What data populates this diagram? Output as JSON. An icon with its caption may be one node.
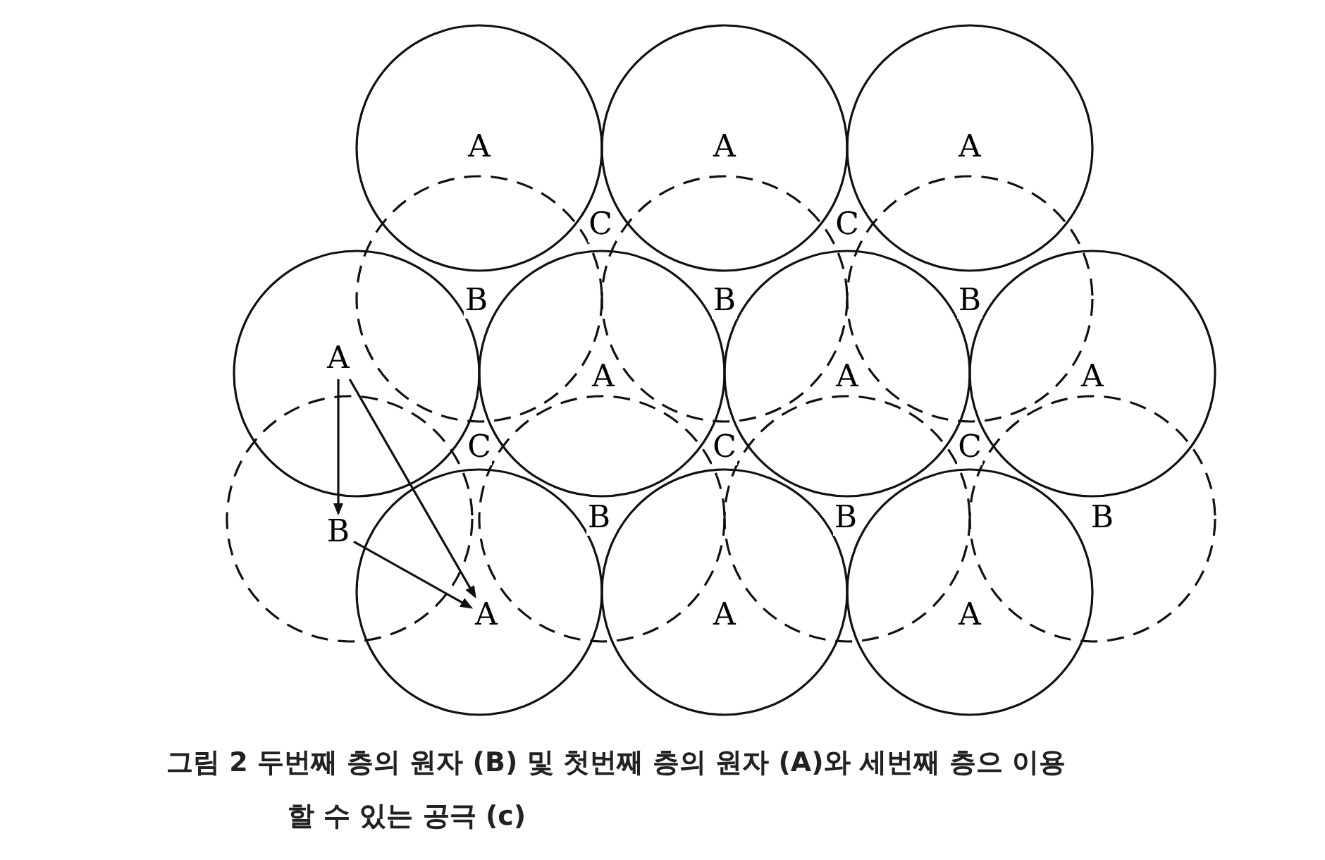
{
  "diagram": {
    "caption": "그림 2 두번째 층의 원자 (B) 및 첫번째 층의 원자 (A)와 세번째 층으 이용할 수 있는 공극 (c)",
    "nodes": [
      {
        "text": [
          "A"
        ]
      },
      {
        "text": [
          "A"
        ]
      },
      {
        "text": [
          "A"
        ]
      },
      {
        "text": [
          "C"
        ]
      },
      {
        "text": [
          "C"
        ]
      },
      {
        "text": [
          "B"
        ]
      },
      {
        "text": [
          "B"
        ]
      },
      {
        "text": [
          "B"
        ]
      },
      {
        "text": [
          "A"
        ]
      },
      {
        "text": [
          "A"
        ]
      },
      {
        "text": [
          "A"
        ]
      },
      {
        "text": [
          "A"
        ]
      },
      {
        "text": [
          "C"
        ]
      },
      {
        "text": [
          "C"
        ]
      },
      {
        "text": [
          "C"
        ]
      },
      {
        "text": [
          "B"
        ]
      },
      {
        "text": [
          "B"
        ]
      },
      {
        "text": [
          "B"
        ]
      },
      {
        "text": [
          "B"
        ]
      },
      {
        "text": [
          "A"
        ]
      },
      {
        "text": [
          "A"
        ]
      },
      {
        "text": [
          "A"
        ]
      }
    ],
    "edges": [
      {
        "from": 8,
        "to": 15,
        "arrow": "to"
      },
      {
        "from": 8,
        "to": 19,
        "arrow": "to"
      },
      {
        "from": 15,
        "to": 19,
        "arrow": "to"
      }
    ]
  }
}
